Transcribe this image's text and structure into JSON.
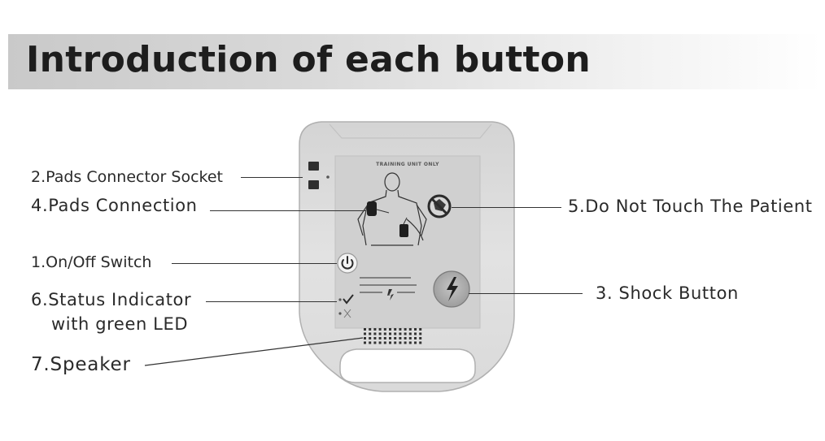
{
  "header": {
    "title": "Introduction of each button"
  },
  "device": {
    "caption": "TRAINING UNIT ONLY"
  },
  "callouts": {
    "pads_socket": "2.Pads Connector Socket",
    "pads_connection": "4.Pads Connection",
    "on_off": "1.On/Off Switch",
    "status_line1": "6.Status Indicator",
    "status_line2": "with green LED",
    "speaker": "7.Speaker",
    "do_not_touch": "5.Do Not Touch The Patient",
    "shock": "3. Shock Button"
  },
  "icons": {
    "power": "power-icon",
    "shock": "lightning-icon",
    "no_touch": "no-touch-icon",
    "check": "check-icon",
    "led": "led-icon"
  },
  "colors": {
    "device_body": "#dcdcdc",
    "device_edge": "#b5b5b5",
    "panel": "#d2d2d2",
    "dark": "#2b2b2b"
  }
}
